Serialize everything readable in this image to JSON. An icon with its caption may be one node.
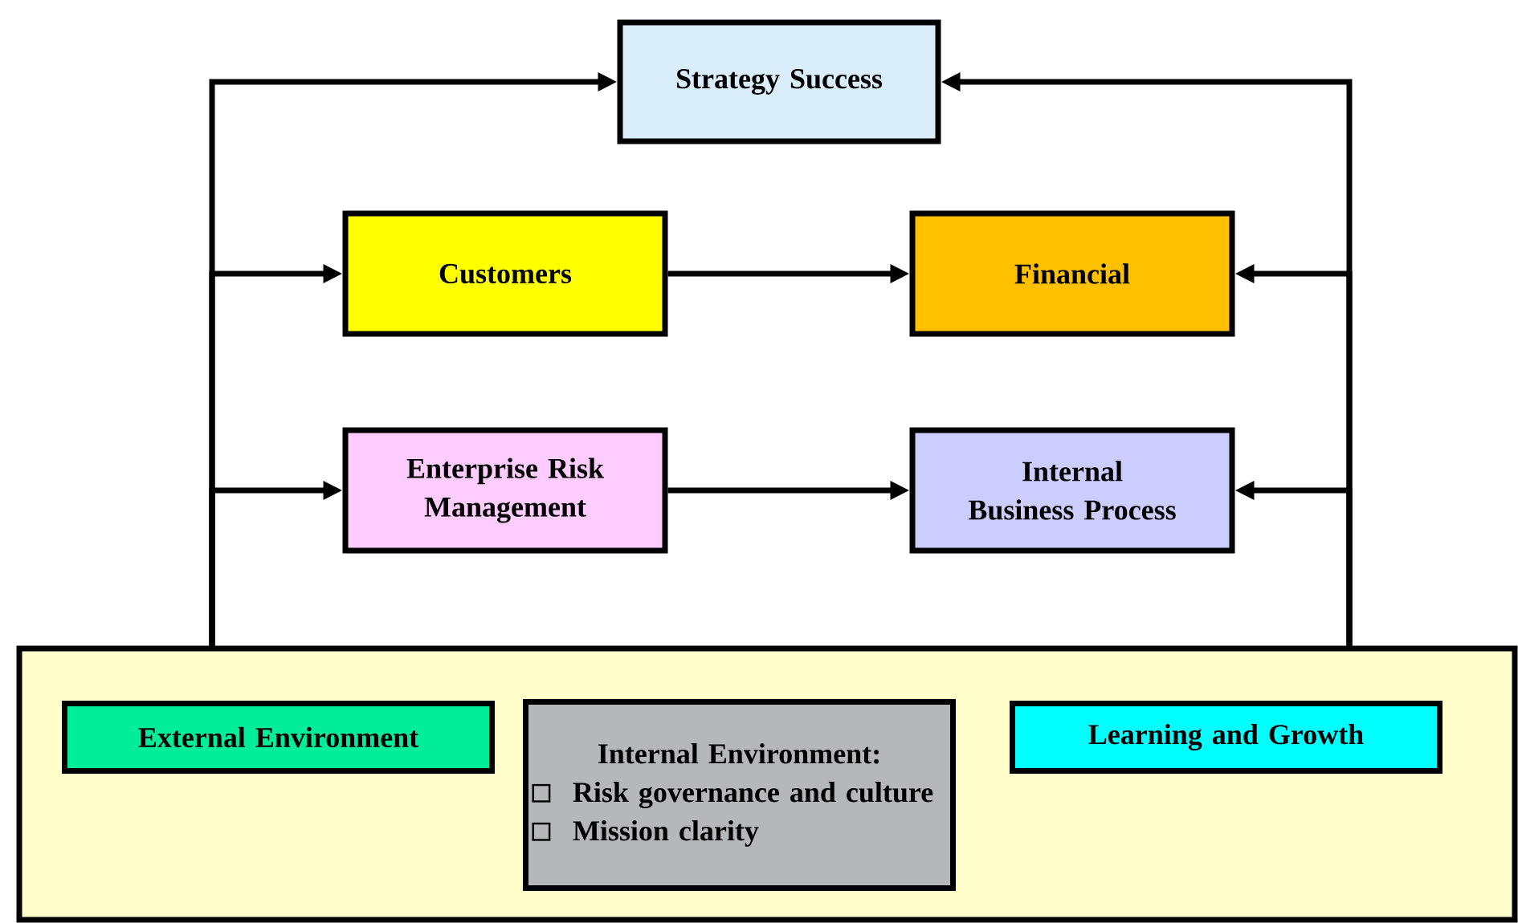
{
  "diagram": {
    "nodes": [
      {
        "text": [
          "Strategy Success"
        ]
      },
      {
        "text": [
          "Customers"
        ]
      },
      {
        "text": [
          "Financial"
        ]
      },
      {
        "text": [
          "Enterprise Risk Management"
        ]
      },
      {
        "text": [
          "Internal Business Process"
        ]
      },
      {
        "text": [],
        "shape": "box"
      },
      {
        "text": [
          "External Environment"
        ],
        "in": 5
      },
      {
        "text": [
          "Internal Environment:",
          "Risk governance and culture",
          "Mission clarity"
        ],
        "in": 5
      },
      {
        "text": [
          "Learning and Growth"
        ],
        "in": 5
      }
    ],
    "edges": [
      {
        "from": 5,
        "to": 0,
        "arrow": "to"
      },
      {
        "from": 5,
        "to": 0,
        "arrow": "to"
      },
      {
        "from": 5,
        "to": 1,
        "arrow": "to"
      },
      {
        "from": 5,
        "to": 3,
        "arrow": "to"
      },
      {
        "from": 5,
        "to": 2,
        "arrow": "to"
      },
      {
        "from": 5,
        "to": 4,
        "arrow": "to"
      },
      {
        "from": 1,
        "to": 2,
        "arrow": "to"
      },
      {
        "from": 3,
        "to": 4,
        "arrow": "to"
      }
    ]
  }
}
